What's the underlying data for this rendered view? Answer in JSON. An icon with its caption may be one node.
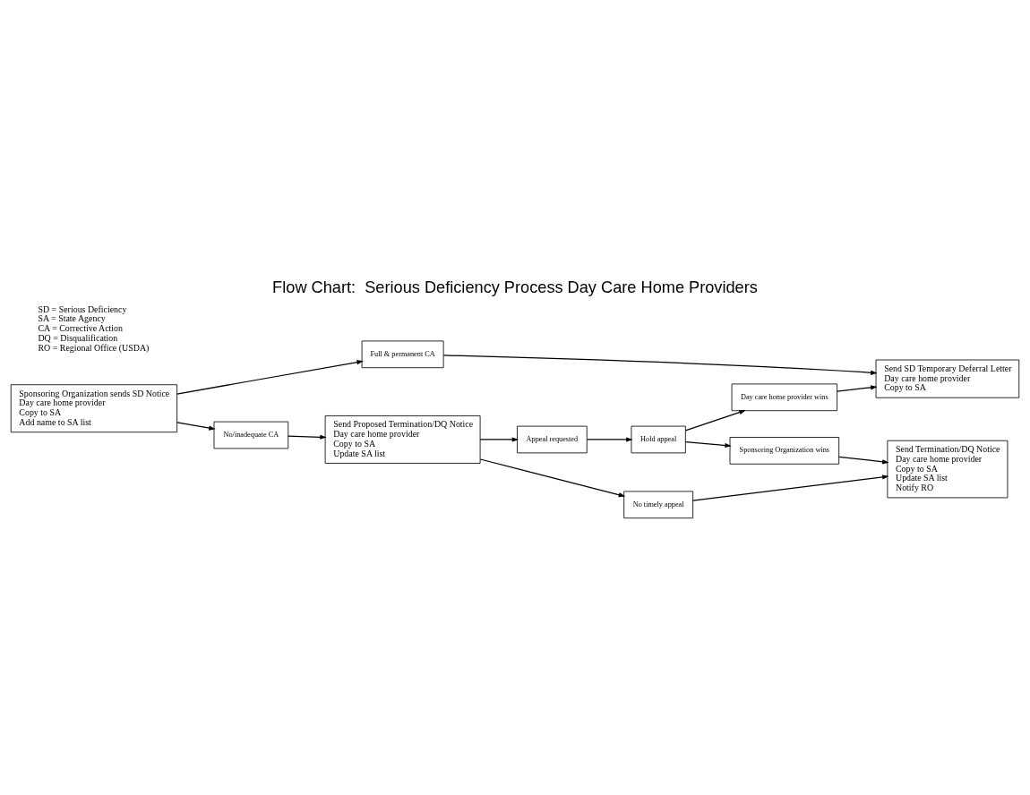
{
  "diagram": {
    "title": "Flow Chart:  Serious Deficiency Process Day Care Home Providers",
    "nodes": [
      {
        "text": [
          "Sponsoring Organization sends SD Notice",
          "Day care home provider",
          "Copy to SA",
          "Add name to SA list"
        ]
      },
      {
        "text": [
          "Full & permanent CA"
        ]
      },
      {
        "text": [
          "Send SD Temporary Deferral Letter",
          "Day care home provider",
          "Copy to SA"
        ]
      },
      {
        "text": [
          "No/inadequate CA"
        ]
      },
      {
        "text": [
          "Send Proposed Termination/DQ Notice",
          "Day care home provider",
          "Copy to SA",
          "Update SA list"
        ]
      },
      {
        "text": [
          "Appeal requested"
        ]
      },
      {
        "text": [
          "Hold appeal"
        ]
      },
      {
        "text": [
          "Day care home provider wins"
        ]
      },
      {
        "text": [
          "Sponsoring Organization wins"
        ]
      },
      {
        "text": [
          "No timely appeal"
        ]
      },
      {
        "text": [
          "Send Termination/DQ Notice",
          "Day care home provider",
          "Copy to SA",
          "Update SA list",
          "Notify RO"
        ]
      }
    ],
    "edges": [
      {
        "from": 0,
        "to": 1,
        "arrow": "to"
      },
      {
        "from": 1,
        "to": 2,
        "arrow": "to"
      },
      {
        "from": 0,
        "to": 3,
        "arrow": "to"
      },
      {
        "from": 3,
        "to": 4,
        "arrow": "to"
      },
      {
        "from": 4,
        "to": 5,
        "arrow": "to"
      },
      {
        "from": 5,
        "to": 6,
        "arrow": "to"
      },
      {
        "from": 6,
        "to": 7,
        "arrow": "to"
      },
      {
        "from": 7,
        "to": 2,
        "arrow": "to"
      },
      {
        "from": 6,
        "to": 8,
        "arrow": "to"
      },
      {
        "from": 8,
        "to": 10,
        "arrow": "to"
      },
      {
        "from": 4,
        "to": 9,
        "arrow": "to"
      },
      {
        "from": 9,
        "to": 10,
        "arrow": "to"
      }
    ],
    "labels": [
      "SD = Serious Deficiency",
      "SA = State Agency",
      "CA = Corrective Action",
      "DQ = Disqualification",
      "RO = Regional Office (USDA)"
    ]
  }
}
